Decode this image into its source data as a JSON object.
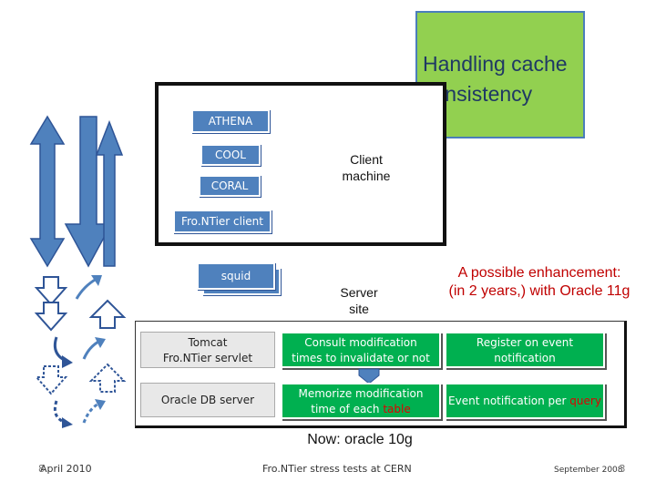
{
  "title": "Handling cache consistency",
  "client": {
    "athena": "ATHENA",
    "cool": "COOL",
    "coral": "CORAL",
    "frontier_client": "Fro.NTier client",
    "label_line1": "Client",
    "label_line2": "machine"
  },
  "squid": "squid",
  "server_label_line1": "Server",
  "server_label_line2": "site",
  "enhancement_line1": "A possible enhancement:",
  "enhancement_line2": "(in 2 years,) with Oracle 11g",
  "server": {
    "tomcat_line1": "Tomcat",
    "tomcat_line2": "Fro.NTier servlet",
    "oracle": "Oracle DB server",
    "consult_line1": "Consult modification",
    "consult_line2": "times to invalidate or not",
    "memorize_line1": "Memorize modification",
    "memorize_line2_prefix": "time of each ",
    "memorize_line2_red": "table",
    "register_line1": "Register on event",
    "register_line2": "notification",
    "event_prefix": "Event notification per ",
    "event_red": "query"
  },
  "now_label": "Now: oracle 10g",
  "footer": {
    "left": "April 2010",
    "left_num": "8",
    "center": "Fro.NTier stress tests at CERN",
    "right": "September 2008",
    "right_num": "3"
  },
  "colors": {
    "title_bg": "#92d050",
    "blue": "#4f81bd",
    "green": "#00b050",
    "red": "#e00000"
  }
}
